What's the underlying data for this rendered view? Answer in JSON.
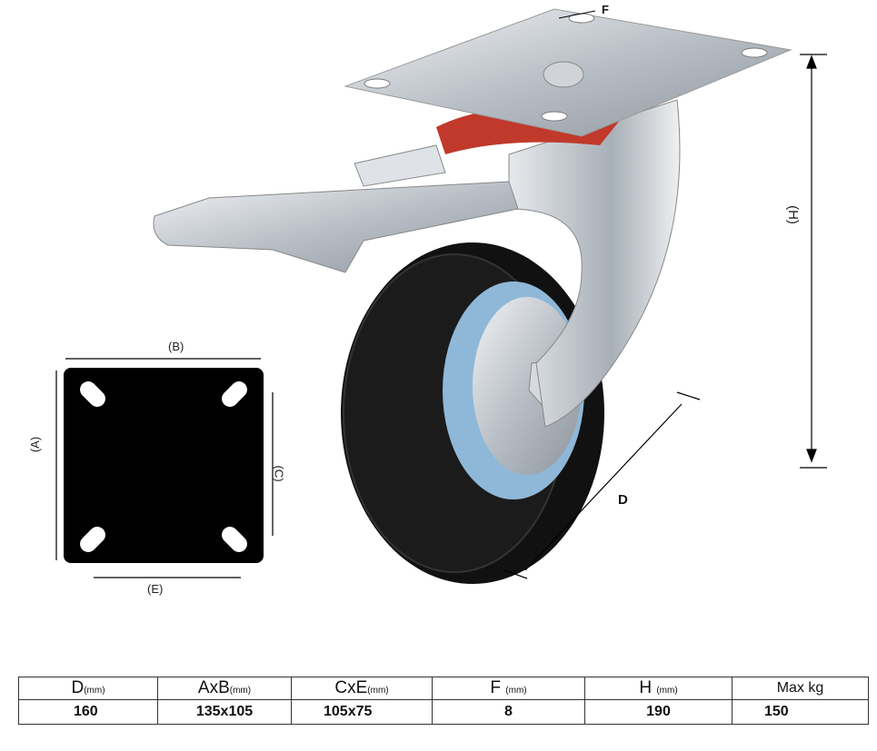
{
  "diagram": {
    "labels": {
      "B": "(B)",
      "A": "(A)",
      "C": "(C)",
      "E": "(E)",
      "H": "(H)",
      "D": "D",
      "F": "F"
    }
  },
  "table": {
    "headers": [
      {
        "name": "D",
        "unit": "(mm)"
      },
      {
        "name": "AxB",
        "unit": "(mm)"
      },
      {
        "name": "CxE",
        "unit": "(mm)"
      },
      {
        "name": "F",
        "unit": "(mm)"
      },
      {
        "name": "H",
        "unit": "(mm)"
      },
      {
        "name": "Max kg",
        "unit": ""
      }
    ],
    "values": [
      "160",
      "135x105",
      "105x75",
      "8",
      "190",
      "150"
    ]
  },
  "colors": {
    "tire": "#111111",
    "metal": "#c9ced3",
    "hub": "#8fb8d8",
    "bearing": "#c0392b"
  }
}
